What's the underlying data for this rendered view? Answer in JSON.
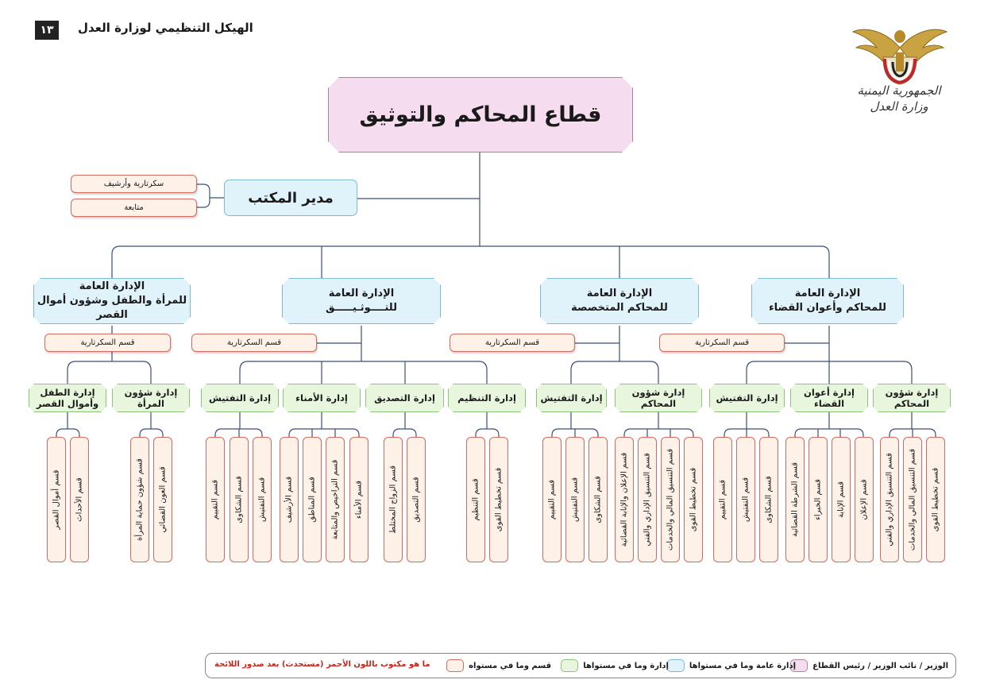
{
  "header": {
    "title": "الهيكل التنظيمي لوزارة العدل",
    "page_number": "١٣"
  },
  "emblem": {
    "line1": "الجمهورية اليمنية",
    "line2": "وزارة العدل"
  },
  "root": {
    "label": "قطاع المحاكم والتوثيق"
  },
  "office_manager": {
    "label": "مدير المكتب",
    "units": [
      "سكرتارية وأرشيف",
      "متابعة"
    ]
  },
  "secretariat_label": "قسم السكرتارية",
  "directorates": [
    {
      "line1": "الإدارة العامة",
      "line2": "للمحاكم وأعوان القضاء",
      "departments": [
        {
          "label": "إدارة التفتيش",
          "sections": [
            "قسم التقييم",
            "قسم التفتيش",
            "قسم الشكاوى"
          ]
        },
        {
          "label": "إدارة أعوان القضاء",
          "sections": [
            "قسم الشرطة القضائية",
            "قسم الخبراء",
            "قسم الإنابة",
            "قسم الإعلان"
          ]
        },
        {
          "label": "إدارة شؤون المحاكم",
          "sections": [
            "قسم التنسيق الإداري والفني",
            "قسم التنسيق المالي والخدمات",
            "قسم تخطيط القوى"
          ]
        }
      ]
    },
    {
      "line1": "الإدارة العامة",
      "line2": "للمحاكم المتخصصة",
      "departments": [
        {
          "label": "إدارة التفتيش",
          "sections": [
            "قسم التقييم",
            "قسم التفتيش",
            "قسم الشكاوى"
          ]
        },
        {
          "label": "إدارة شؤون المحاكم",
          "sections": [
            "قسم الإعلان والإنابة القضائية",
            "قسم التنسيق الإداري والفني",
            "قسم التنسيق المالي والخدمات",
            "قسم تخطيط القوى"
          ]
        }
      ]
    },
    {
      "line1": "الإدارة العامة",
      "line2": "للتــــوثـيـــــق",
      "departments": [
        {
          "label": "إدارة التفتيش",
          "sections": [
            "قسم التقييم",
            "قسم الشكاوى",
            "قسم التفتيش"
          ]
        },
        {
          "label": "إدارة الأمناء",
          "sections": [
            "قسم الأرشيف",
            "قسم المناطق",
            "قسم التراخيص والمتابعة",
            "قسم الأمناء"
          ]
        },
        {
          "label": "إدارة التصديق",
          "sections": [
            "قسم الزواج المختلط",
            "قسم التصديق"
          ]
        },
        {
          "label": "إدارة التنظيم",
          "sections": [
            "قسم التنظيم",
            "قسم تخطيط القوى"
          ]
        }
      ]
    },
    {
      "line1": "الإدارة العامة",
      "line2": "للمرأة والطفل وشؤون أموال القصر",
      "departments": [
        {
          "label": "إدارة الطفل وأموال القصر",
          "sections": [
            "قسم أموال القصر",
            "قسم الأحداث"
          ]
        },
        {
          "label": "إدارة شؤون المرأة",
          "sections": [
            "قسم شؤون حماية المرأة",
            "قسم العون القضائي"
          ]
        }
      ]
    }
  ],
  "legend": {
    "items": [
      {
        "label": "الوزير / نائب الوزير / رئيس القطاع",
        "swatch_fill": "#f6dcef",
        "swatch_border": "#b184a6"
      },
      {
        "label": "إدارة عامة وما في مستواها",
        "swatch_fill": "#e1f3fa",
        "swatch_border": "#7fb9cf"
      },
      {
        "label": "إدارة وما في مستواها",
        "swatch_fill": "#e7f6dc",
        "swatch_border": "#8fc27a"
      },
      {
        "label": "قسم وما في مستواه",
        "swatch_fill": "#fdf1e8",
        "swatch_border": "#d56a5e"
      }
    ],
    "note": "ما هو مكتوب باللون الأحمر (مستحدث) بعد صدور اللائحة",
    "note_color": "#c4261d"
  },
  "colors": {
    "line": "#3b4f7a",
    "section_border": "#d56a5e",
    "directorate_fill": "#e1f3fa",
    "department_fill": "#e7f6dc"
  }
}
